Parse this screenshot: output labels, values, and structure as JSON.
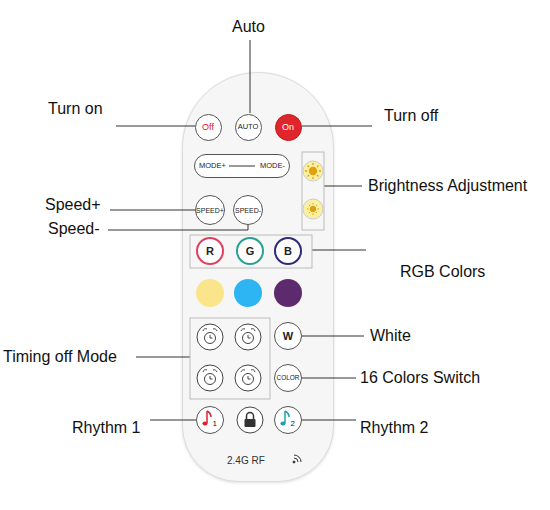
{
  "diagram": {
    "nodes": [
      {
        "text": [
          "2.4G RF"
        ]
      },
      {
        "text": [
          "Off"
        ],
        "in": 0
      },
      {
        "text": [
          "AUTO"
        ],
        "in": 0
      },
      {
        "text": [
          "On"
        ],
        "in": 0
      },
      {
        "text": [
          "MODE+",
          "MODE-"
        ],
        "in": 0
      },
      {
        "text": [
          "SPEED+"
        ],
        "in": 0
      },
      {
        "text": [
          "SPEED-"
        ],
        "in": 0
      },
      {
        "text": [
          "R"
        ],
        "in": 0
      },
      {
        "text": [
          "G"
        ],
        "in": 0
      },
      {
        "text": [
          "B"
        ],
        "in": 0
      },
      {
        "text": [
          "W"
        ],
        "in": 0
      },
      {
        "text": [
          "COLOR"
        ],
        "in": 0
      },
      {
        "text": [
          "1"
        ],
        "in": 0
      },
      {
        "text": [
          "2"
        ],
        "in": 0
      }
    ],
    "labels": [
      "Auto",
      "Turn on",
      "Turn off",
      "Speed+",
      "Speed-",
      "Brightness Adjustment",
      "RGB Colors",
      "White",
      "Timing off Mode",
      "16 Colors Switch",
      "Rhythm 1",
      "Rhythm 2"
    ]
  }
}
